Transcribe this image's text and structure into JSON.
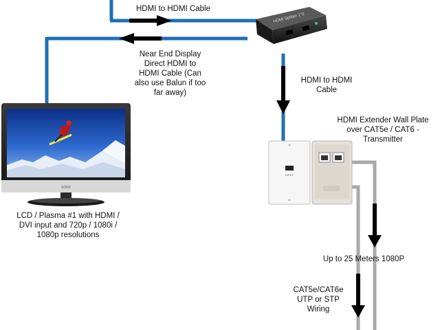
{
  "labels": {
    "hdmi_cable_top": "HDMI to HDMI Cable",
    "near_end_display": "Near End Display\nDirect HDMI to\nHDMI Cable (Can\nalso use Balun if too\nfar away)",
    "hdmi_cable_down": "HDMI to HDMI\nCable",
    "extender_wall_plate": "HDMI Extender Wall Plate\nover CAT5e / CAT6 -\nTransmitter",
    "lcd_plasma": "LCD / Plasma #1 with HDMI /\nDVI input and 720p / 1080i /\n1080p resolutions",
    "up_to_25m": "Up to 25 Meters 1080P",
    "cat_wiring": "CAT5e/CAT6e\nUTP or STP\nWiring"
  },
  "devices": {
    "splitter_text": "HDMI Splitter 1*2",
    "tv_brand": "SONY",
    "wall_plate_port_text": "INPUT"
  },
  "colors": {
    "hdmi_cable": "#1f6fb5",
    "cat_cable": "#a9a9a9",
    "arrow": "#000000"
  }
}
